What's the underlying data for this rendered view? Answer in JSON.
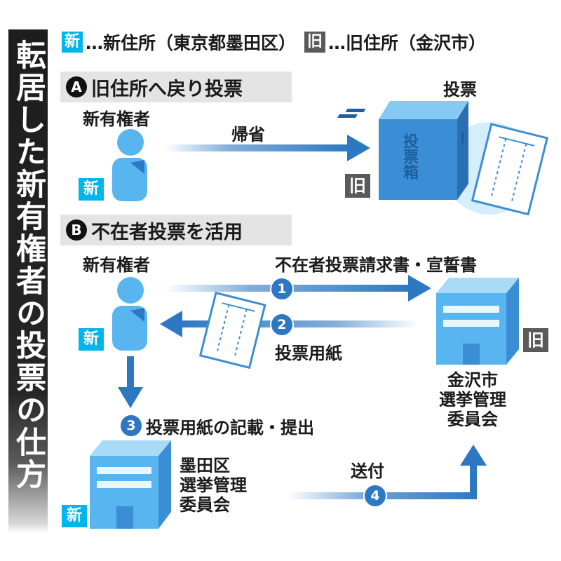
{
  "title": "転居した新有権者の投票の仕方",
  "legend": {
    "new_badge": "新",
    "new_text": "…新住所（東京都墨田区）",
    "old_badge": "旧",
    "old_text": "…旧住所（金沢市）"
  },
  "section_a": {
    "letter": "A",
    "title": "旧住所へ戻り投票",
    "voter_label": "新有権者",
    "voter_badge": "新",
    "arrow_label": "帰省",
    "vote_label": "投票",
    "old_badge": "旧",
    "ballot_box_text": "投票箱"
  },
  "section_b": {
    "letter": "B",
    "title": "不在者投票を活用",
    "voter_label": "新有権者",
    "voter_badge": "新",
    "step1_num": "1",
    "step1_label": "不在者投票請求書・宣誓書",
    "step2_num": "2",
    "step2_label": "投票用紙",
    "step3_num": "3",
    "step3_label": "投票用紙の記載・提出",
    "step4_num": "4",
    "step4_label": "送付",
    "kanazawa_lines": [
      "金沢市",
      "選挙管理",
      "委員会"
    ],
    "kanazawa_badge": "旧",
    "sumida_lines": [
      "墨田区",
      "選挙管理",
      "委員会"
    ],
    "sumida_badge": "新"
  },
  "colors": {
    "accent_blue": "#2d78c2",
    "light_blue": "#58b5ef",
    "new_cyan": "#00b5ec",
    "old_gray": "#5a5a5a"
  }
}
